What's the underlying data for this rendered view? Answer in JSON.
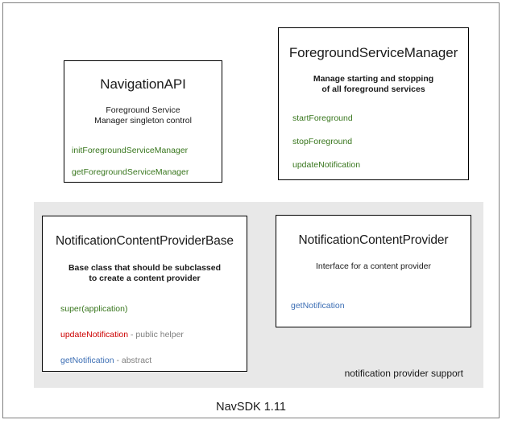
{
  "diagram": {
    "footer_label": "NavSDK 1.11",
    "group_label": "notification provider support",
    "boxes": [
      {
        "id": "navigation-api",
        "title": "NavigationAPI",
        "description_line1": "Foreground Service",
        "description_line2": "Manager singleton control",
        "members": [
          {
            "name": "initForegroundServiceManager",
            "color": "green",
            "suffix": ""
          },
          {
            "name": "getForegroundServiceManager",
            "color": "green",
            "suffix": ""
          }
        ]
      },
      {
        "id": "foreground-service-manager",
        "title": "ForegroundServiceManager",
        "description_line1": "Manage starting and stopping",
        "description_line2": "of all foreground services",
        "members": [
          {
            "name": "startForeground",
            "color": "green",
            "suffix": ""
          },
          {
            "name": "stopForeground",
            "color": "green",
            "suffix": ""
          },
          {
            "name": "updateNotification",
            "color": "green",
            "suffix": ""
          }
        ]
      },
      {
        "id": "notification-content-provider-base",
        "title": "NotificationContentProviderBase",
        "description_line1": "Base class that should be subclassed",
        "description_line2": "to create a content provider",
        "members": [
          {
            "name": "super(application)",
            "color": "green",
            "suffix": ""
          },
          {
            "name": "updateNotification",
            "color": "red",
            "suffix": " - public helper"
          },
          {
            "name": "getNotification",
            "color": "blue",
            "suffix": " - abstract"
          }
        ]
      },
      {
        "id": "notification-content-provider",
        "title": "NotificationContentProvider",
        "description_line1": "Interface for a content provider",
        "description_line2": "",
        "members": [
          {
            "name": "getNotification",
            "color": "blue",
            "suffix": ""
          }
        ]
      }
    ],
    "colors": {
      "method_green": "#38761d",
      "method_red": "#cc0000",
      "method_blue": "#3c6eb4",
      "suffix_gray": "#7f7f7f",
      "group_background": "#e8e8e8",
      "box_border": "#000000",
      "frame_border": "#808080"
    }
  }
}
